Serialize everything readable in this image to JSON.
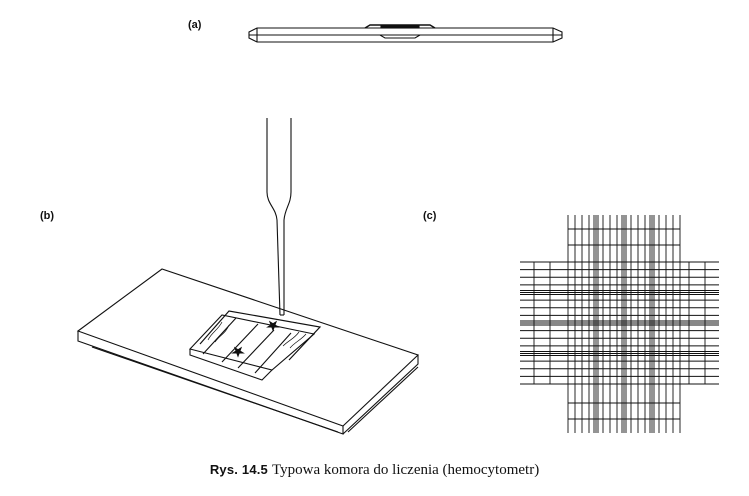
{
  "panels": {
    "a": {
      "label": "(a)"
    },
    "b": {
      "label": "(b)"
    },
    "c": {
      "label": "(c)"
    }
  },
  "caption": {
    "number": "Rys. 14.5",
    "text": "Typowa komora do liczenia (hemocytometr)"
  },
  "colors": {
    "ink": "#111111",
    "background": "#ffffff"
  }
}
